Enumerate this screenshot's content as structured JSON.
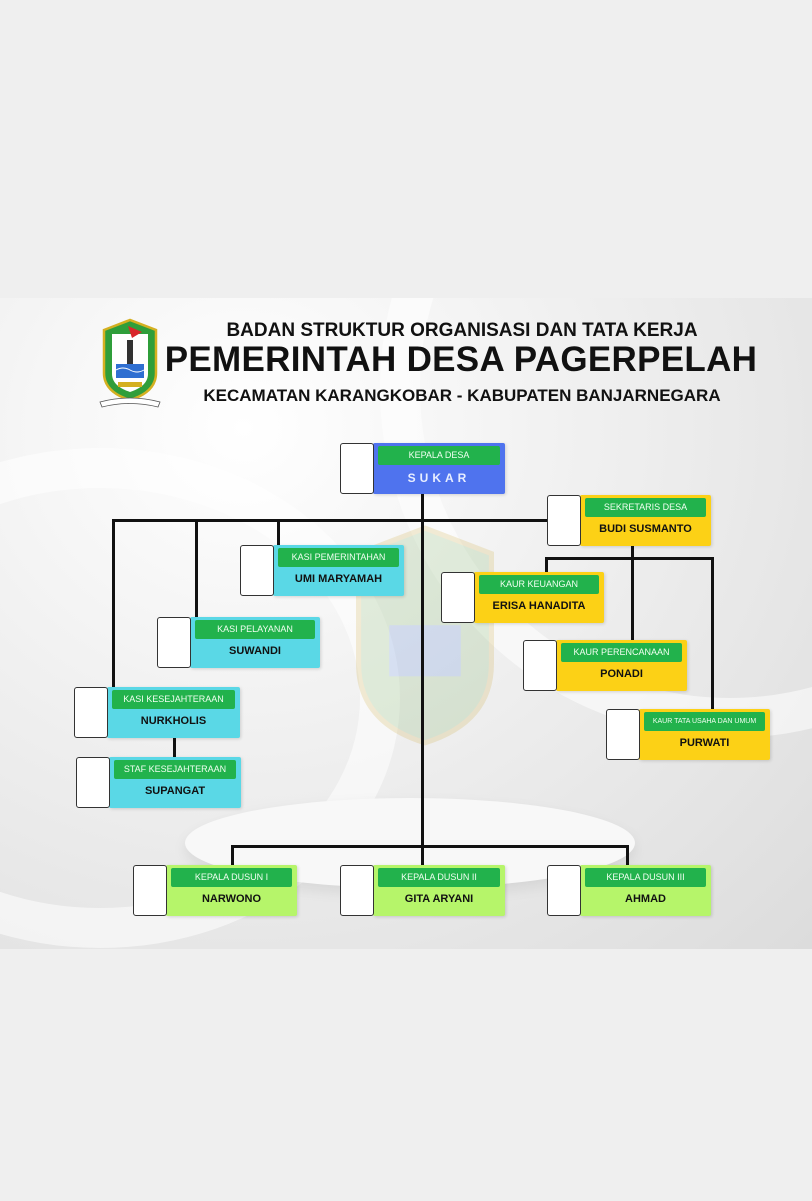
{
  "header": {
    "line1": "BADAN STRUKTUR ORGANISASI DAN TATA KERJA",
    "line2": "PEMERINTAH DESA PAGERPELAH",
    "line3": "KECAMATAN KARANGKOBAR - KABUPATEN BANJARNEGARA"
  },
  "colors": {
    "head": "#4f73ee",
    "secretariat": "#fcd116",
    "kasi": "#5ad8e6",
    "dusun": "#b6f56a",
    "title_pill": "#22b24c"
  },
  "nodes": {
    "kepala_desa": {
      "title": "KEPALA DESA",
      "name": "SUKAR"
    },
    "sekretaris": {
      "title": "SEKRETARIS DESA",
      "name": "BUDI SUSMANTO"
    },
    "kasi_pemerintahan": {
      "title": "KASI PEMERINTAHAN",
      "name": "UMI MARYAMAH"
    },
    "kaur_keuangan": {
      "title": "KAUR KEUANGAN",
      "name": "ERISA HANADITA"
    },
    "kasi_pelayanan": {
      "title": "KASI PELAYANAN",
      "name": "SUWANDI"
    },
    "kaur_perencanaan": {
      "title": "KAUR PERENCANAAN",
      "name": "PONADI"
    },
    "kasi_kesejahteraan": {
      "title": "KASI KESEJAHTERAAN",
      "name": "NURKHOLIS"
    },
    "kaur_tu": {
      "title": "KAUR TATA USAHA DAN UMUM",
      "name": "PURWATI"
    },
    "staf_kesejahteraan": {
      "title": "STAF KESEJAHTERAAN",
      "name": "SUPANGAT"
    },
    "dusun1": {
      "title": "KEPALA DUSUN I",
      "name": "NARWONO"
    },
    "dusun2": {
      "title": "KEPALA DUSUN II",
      "name": "GITA ARYANI"
    },
    "dusun3": {
      "title": "KEPALA DUSUN III",
      "name": "AHMAD"
    }
  }
}
